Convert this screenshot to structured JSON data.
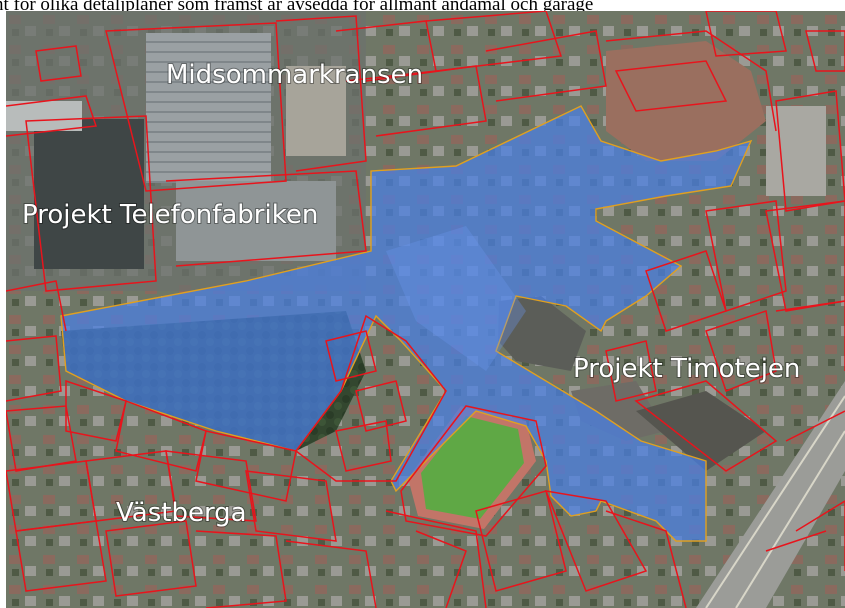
{
  "caption": "nt för olika detaljplaner som främst är avsedda för allmänt ändamål och garage",
  "map": {
    "labels": {
      "midsommarkransen": "Midsommarkransen",
      "telefonfabriken": "Projekt Telefonfabriken",
      "timotejen": "Projekt Timotejen",
      "vastberga": "Västberga"
    },
    "colors": {
      "plan_area_fill": "#4a7fe6",
      "plan_area_outline": "#e0a020",
      "property_lines": "#e8141c",
      "label_text": "#ffffff"
    }
  }
}
